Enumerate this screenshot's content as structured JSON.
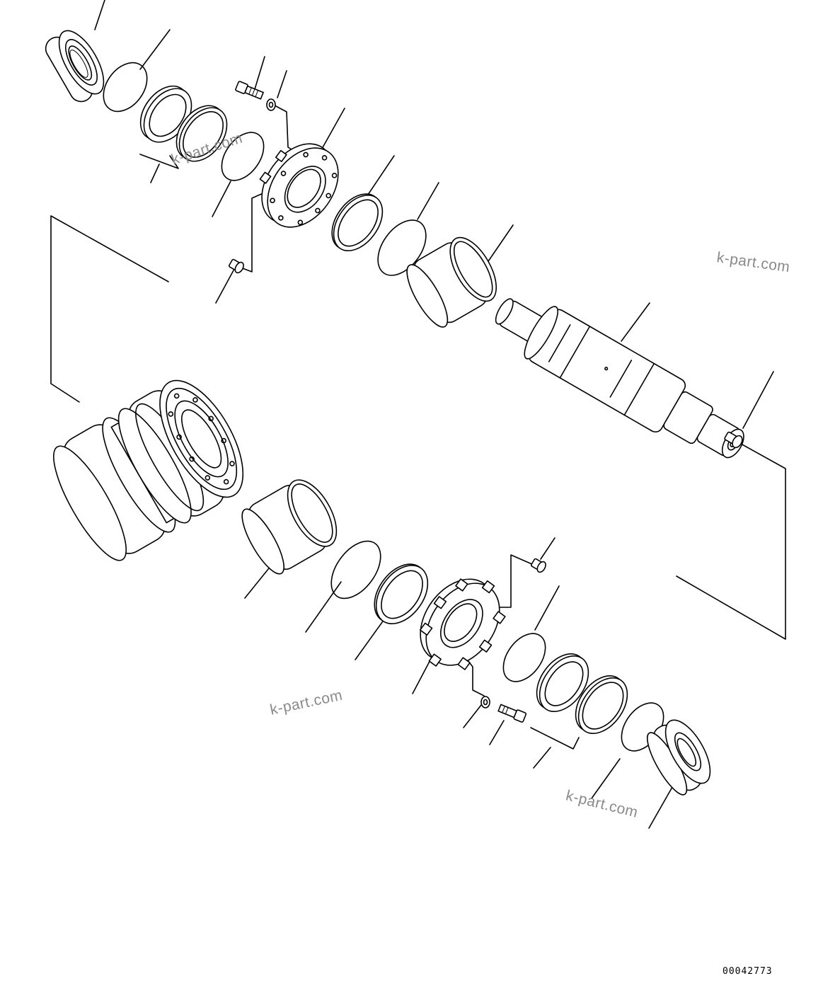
{
  "watermarks": [
    "k-part.com",
    "k-part.com",
    "k-part.com",
    "k-part.com"
  ],
  "drawing_code": "00042773"
}
